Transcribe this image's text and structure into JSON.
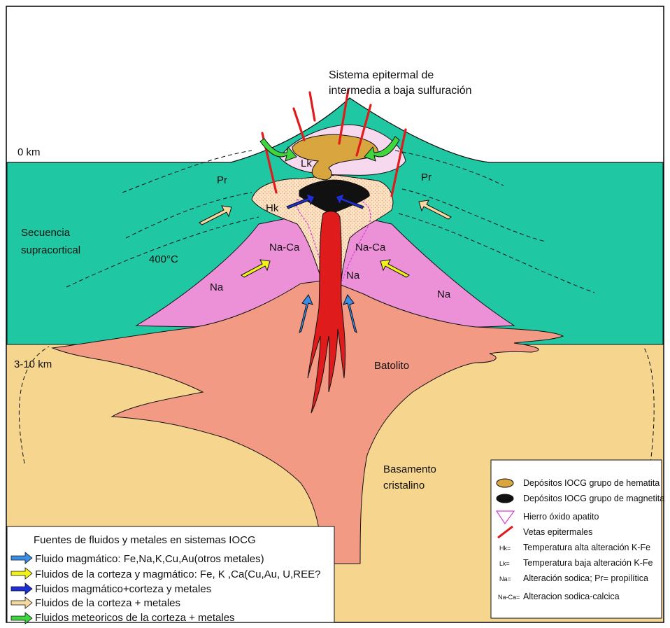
{
  "labels": {
    "epithermal_line1": "Sistema epitermal de",
    "epithermal_line2": "intermedia a baja sulfuración",
    "depth_surface": "0 km",
    "depth_deep": "3-10 km",
    "supracortical_line1": "Secuencia",
    "supracortical_line2": "supracortical",
    "temp_400": "400°C",
    "pr": "Pr",
    "lk": "Lk",
    "hk": "Hk",
    "na_ca": "Na-Ca",
    "na": "Na",
    "batolito": "Batolito",
    "basamento_line1": "Basamento",
    "basamento_line2": "cristalino"
  },
  "legend": {
    "items": [
      {
        "symbol": "",
        "text": "Depósitos IOCG grupo de hematita",
        "icon": "tan-ellipse-icon"
      },
      {
        "symbol": "",
        "text": "Depósitos IOCG grupo de magnetita",
        "icon": "black-ellipse-icon"
      },
      {
        "symbol": "",
        "text": "Hierro óxido apatito",
        "icon": "magenta-triangle-icon"
      },
      {
        "symbol": "",
        "text": "Vetas epitermales",
        "icon": "red-vein-icon"
      },
      {
        "symbol": "Hk=",
        "text": "Temperatura alta alteración K-Fe",
        "icon": ""
      },
      {
        "symbol": "Lk=",
        "text": "Temperatura baja alteración K-Fe",
        "icon": ""
      },
      {
        "symbol": "Na=",
        "text": "Alteración sodica; Pr= propilítica",
        "icon": ""
      },
      {
        "symbol": "Na-Ca=",
        "text": "Alteracion sodica-calcica",
        "icon": ""
      }
    ]
  },
  "sources": {
    "title": "Fuentes de fluidos y metales en sistemas IOCG",
    "items": [
      {
        "color": "#3a8ee6",
        "text": "Fluido magmático: Fe,Na,K,Cu,Au(otros metales)"
      },
      {
        "color": "#f2f21a",
        "text": "Fluidos de la corteza y magmático: Fe, K ,Ca(Cu,Au, U,REE?"
      },
      {
        "color": "#1f2fd8",
        "text": "Fluidos magmático+corteza y metales"
      },
      {
        "color": "#f5d9a0",
        "text": "Fluidos de la corteza + metales"
      },
      {
        "color": "#3fd63f",
        "text": "Fluidos meteoricos de la corteza + metales"
      }
    ]
  },
  "colors": {
    "sky": "#ffffff",
    "supracrustal": "#1fc8a3",
    "basement": "#f6d58f",
    "batholith": "#f29a84",
    "sodic": "#ec90d8",
    "potassic": "#fbe0c4",
    "low_k": "#f6d9ef",
    "hematite": "#d9a53e",
    "magnetite": "#111111",
    "veins": "#e01b1b"
  }
}
